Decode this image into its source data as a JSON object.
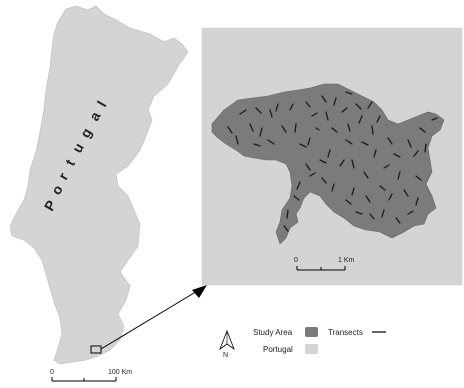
{
  "country": {
    "name": "Portugal",
    "letters": [
      "P",
      "o",
      "r",
      "t",
      "u",
      "g",
      "a",
      "l"
    ]
  },
  "scale_country": {
    "zero": "0",
    "end": "100 Km"
  },
  "scale_inset": {
    "zero": "0",
    "end": "1 Km"
  },
  "legend": {
    "study_area": "Study Area",
    "transects": "Transects",
    "portugal": "Portugal",
    "north": "N"
  },
  "colors": {
    "portugal_fill": "#d4d4d4",
    "inset_background": "#d4d4d4",
    "study_area_fill": "#7b7b7b",
    "transect_stroke": "#1a1a1a",
    "arrow": "#000000"
  }
}
